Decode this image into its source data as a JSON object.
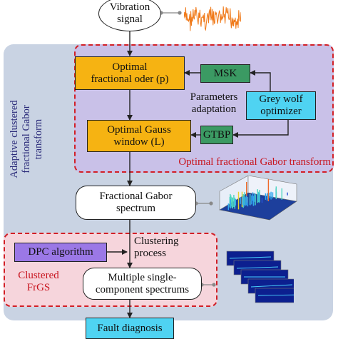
{
  "colors": {
    "outer_panel": "#c9d3e3",
    "inner_panel": "#c9c1e8",
    "dashed_red": "#d21f26",
    "orange": "#f6b312",
    "green": "#3b9a63",
    "cyan": "#4fd3f2",
    "violet": "#9b78e6"
  },
  "nodes": {
    "vibration_signal": [
      "Vibration",
      "signal"
    ],
    "optimal_order": [
      "Optimal",
      "fractional oder (p)"
    ],
    "optimal_window": [
      "Optimal Gauss",
      "window  (L)"
    ],
    "msk": "MSK",
    "gtbp": "GTBP",
    "grey_wolf": [
      "Grey wolf",
      "optimizer"
    ],
    "parameters_adaptation": [
      "Parameters",
      "adaptation"
    ],
    "fractional_spectrum": [
      "Fractional Gabor",
      "spectrum"
    ],
    "dpc": "DPC algorithm",
    "clustering_process": [
      "Clustering",
      "process"
    ],
    "multiple_spectrums": [
      "Multiple single-",
      "component spectrums"
    ],
    "fault_diagnosis": "Fault diagnosis"
  },
  "labels": {
    "side_label": [
      "Adaptive clustered",
      "fractional Gabor transform"
    ],
    "optimal_fgt": "Optimal fractional Gabor transform",
    "clustered_frgs": [
      "Clustered",
      "FrGS"
    ]
  },
  "images": {
    "waveform": "signal-waveform-icon",
    "spectrum3d": "3d-spectrum-plot-icon",
    "spectrum_stack": "spectrum-stack-icon"
  }
}
